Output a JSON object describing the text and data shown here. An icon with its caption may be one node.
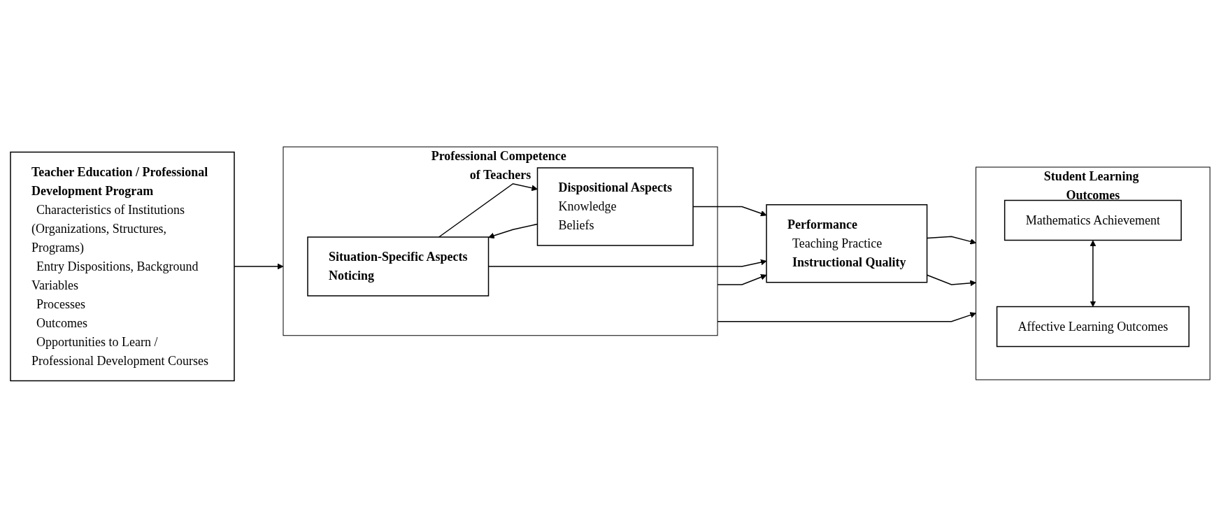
{
  "diagram": {
    "nodes": [
      {
        "text": [
          "Teacher Education / Professional Development Program",
          "Characteristics of Institutions (Organizations, Structures, Programs)",
          "Entry Dispositions, Background Variables",
          "Processes",
          "Outcomes",
          "Opportunities to Learn / Professional Development Courses"
        ]
      },
      {
        "text": [
          "Professional Competence of Teachers"
        ]
      },
      {
        "text": [
          "Dispositional Aspects",
          "Knowledge",
          "Beliefs"
        ],
        "in": 1
      },
      {
        "text": [
          "Situation-Specific Aspects",
          "Noticing"
        ],
        "in": 1
      },
      {
        "text": [
          "Performance",
          "Teaching Practice",
          "Instructional Quality"
        ]
      },
      {
        "text": [
          "Student Learning Outcomes"
        ]
      },
      {
        "text": [
          "Mathematics Achievement"
        ],
        "in": 5
      },
      {
        "text": [
          "Affective Learning Outcomes"
        ],
        "in": 5
      }
    ],
    "edges": [
      {
        "from": 0,
        "to": 1,
        "arrow": "to"
      },
      {
        "from": 1,
        "to": 4,
        "arrow": "to"
      },
      {
        "from": 4,
        "to": 5,
        "arrow": "to"
      },
      {
        "from": 2,
        "to": 4,
        "arrow": "to"
      },
      {
        "from": 3,
        "to": 4,
        "arrow": "to"
      },
      {
        "from": 2,
        "to": 3,
        "arrow": "to"
      },
      {
        "from": 3,
        "to": 2,
        "arrow": "to"
      },
      {
        "from": 4,
        "to": 5,
        "arrow": "to"
      },
      {
        "from": 6,
        "to": 7,
        "arrow": "both"
      },
      {
        "from": 1,
        "to": 5,
        "arrow": "to"
      }
    ]
  }
}
